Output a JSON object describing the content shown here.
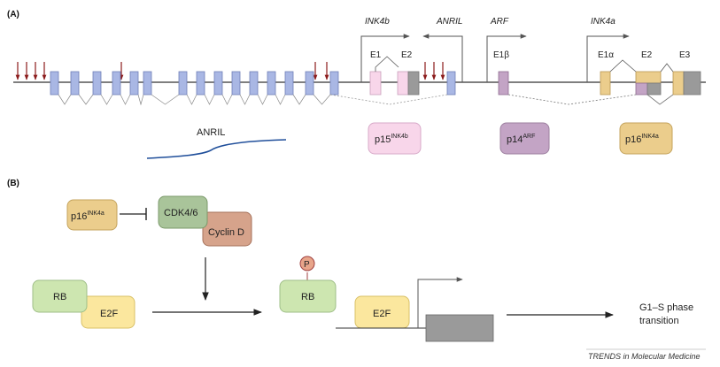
{
  "panel_a": {
    "label": "(A)",
    "gene_labels": {
      "ink4b": "INK4b",
      "anril": "ANRIL",
      "arf": "ARF",
      "ink4a": "INK4a"
    },
    "exon_labels": {
      "ink4b_e1": "E1",
      "ink4b_e2": "E2",
      "arf_e1b": "E1β",
      "ink4a_e1a": "E1α",
      "ink4a_e2": "E2",
      "ink4a_e3": "E3"
    },
    "anril_transcript_label": "ANRIL",
    "proteins": {
      "p15": {
        "base": "p15",
        "sup": "INK4b"
      },
      "p14": {
        "base": "p14",
        "sup": "ARF"
      },
      "p16": {
        "base": "p16",
        "sup": "INK4a"
      }
    }
  },
  "panel_b": {
    "label": "(B)",
    "p16": {
      "base": "p16",
      "sup": "INK4a"
    },
    "cdk": "CDK4/6",
    "cyclin": "Cyclin D",
    "rb_left": "RB",
    "e2f_left": "E2F",
    "phospho": "P",
    "rb_right": "RB",
    "e2f_right": "E2F",
    "outcome_line1": "G1–S phase",
    "outcome_line2": "transition"
  },
  "footer": "TRENDS in Molecular Medicine",
  "colors": {
    "exon_blue": "#a9b7e4",
    "pink": "#f8d6ea",
    "purple": "#c3a4c5",
    "tan": "#ebcd8c",
    "grey": "#9a9a9a",
    "green": "#cde6b0",
    "green_dark": "#9fbf88",
    "cdk_green": "#a9c49a",
    "cyclin_brown": "#d6a38b",
    "yellow": "#fbe79e",
    "arrow_red": "#8b1a1a",
    "anril_blue": "#1f4e9a"
  }
}
